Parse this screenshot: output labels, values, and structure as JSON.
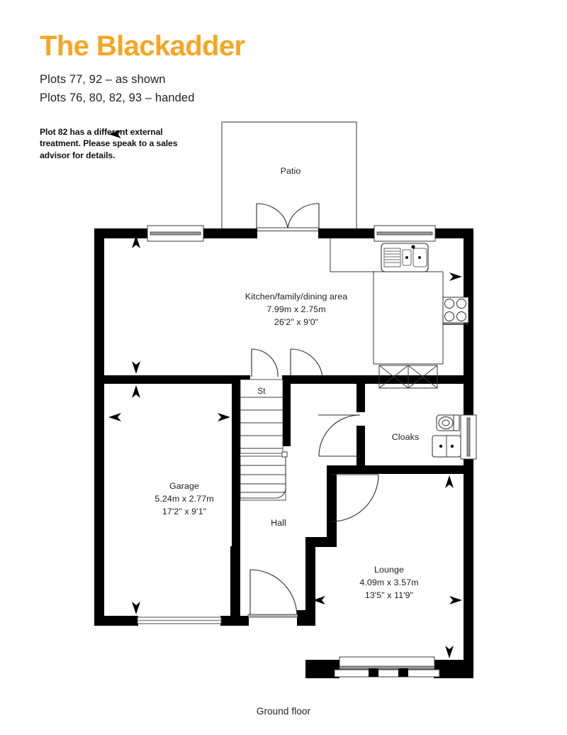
{
  "header": {
    "title": "The Blackadder",
    "plot_lines": [
      "Plots 77, 92 – as shown",
      "Plots 76, 80, 82, 93 – handed"
    ],
    "note": "Plot 82 has a different external treatment. Please speak to a sales advisor for details.",
    "title_color": "#F6A623"
  },
  "floorplan": {
    "caption": "Ground floor",
    "rooms": [
      {
        "id": "patio",
        "name": "Patio",
        "metric": "",
        "imperial": ""
      },
      {
        "id": "kitchen",
        "name": "Kitchen/family/dining area",
        "metric": "7.99m x 2.75m",
        "imperial": "26'2\" x 9'0\""
      },
      {
        "id": "storage",
        "name": "St",
        "metric": "",
        "imperial": ""
      },
      {
        "id": "cloaks",
        "name": "Cloaks",
        "metric": "",
        "imperial": ""
      },
      {
        "id": "garage",
        "name": "Garage",
        "metric": "5.24m x 2.77m",
        "imperial": "17'2\" x 9'1\""
      },
      {
        "id": "hall",
        "name": "Hall",
        "metric": "",
        "imperial": ""
      },
      {
        "id": "lounge",
        "name": "Lounge",
        "metric": "4.09m x 3.57m",
        "imperial": "13'5\" x 11'9\""
      }
    ],
    "fixtures": [
      "kitchen-sink",
      "kitchen-hob",
      "worktop",
      "under-stairs-cupboard",
      "wc-toilet",
      "wash-basin",
      "staircase"
    ],
    "openings": [
      "patio-french-doors",
      "kitchen-window-left",
      "kitchen-window-right",
      "cloaks-window",
      "lounge-bay-window",
      "garage-door",
      "front-door",
      "hall-door",
      "cloaks-door",
      "kitchen-hall-door",
      "storage-door"
    ],
    "wall_color": "#000000",
    "line_color": "#1a1a1a"
  }
}
